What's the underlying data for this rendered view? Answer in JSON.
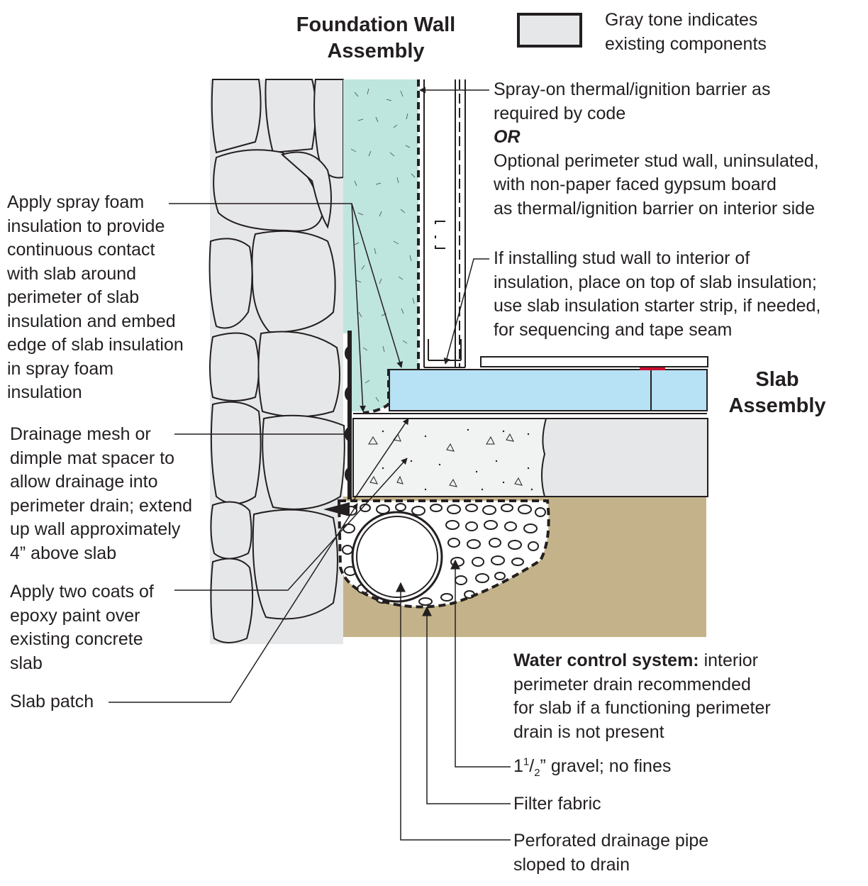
{
  "titles": {
    "foundation": [
      "Foundation Wall",
      "Assembly"
    ],
    "slab": [
      "Slab",
      "Assembly"
    ]
  },
  "legend": {
    "lines": [
      "Gray tone indicates",
      "existing components"
    ],
    "swatch_color": "#e6e7e8"
  },
  "callouts": {
    "spray_barrier": {
      "lines_a": [
        "Spray-on thermal/ignition barrier as",
        "required by code"
      ],
      "or": "OR",
      "lines_b": [
        "Optional perimeter stud wall, uninsulated,",
        "with non-paper faced gypsum board",
        "as thermal/ignition barrier on interior side"
      ]
    },
    "stud_wall": [
      "If installing stud wall to interior of",
      "insulation, place on top of slab insulation;",
      "use slab insulation starter strip, if needed,",
      "for sequencing and tape seam"
    ],
    "spray_foam": [
      "Apply spray foam",
      "insulation to provide",
      "continuous contact",
      "with slab around",
      "perimeter of slab",
      "insulation and embed",
      "edge of slab insulation",
      "in spray foam",
      "insulation"
    ],
    "drainage_mesh": [
      "Drainage mesh or",
      "dimple mat spacer to",
      "allow drainage into",
      "perimeter drain; extend",
      "up wall approximately",
      "4” above slab"
    ],
    "epoxy": [
      "Apply two coats of",
      "epoxy paint over",
      "existing concrete",
      "slab"
    ],
    "slab_patch": "Slab patch",
    "water_control": {
      "bold": "Water control system:",
      "rest": " interior",
      "lines": [
        "perimeter drain recommended",
        "for slab if a functioning perimeter",
        "drain is not present"
      ]
    },
    "gravel": {
      "whole": "1",
      "num": "1",
      "den": "2",
      "rest": "” gravel; no fines"
    },
    "filter_fabric": "Filter fabric",
    "pipe": [
      "Perforated drainage pipe",
      "sloped to drain"
    ]
  },
  "colors": {
    "existing_gray": "#e6e7e8",
    "spray_foam": "#bfe5df",
    "rigid_insulation": "#b7e1f4",
    "soil": "#c4b38a",
    "tape": "#c8102e",
    "line": "#231f20"
  }
}
